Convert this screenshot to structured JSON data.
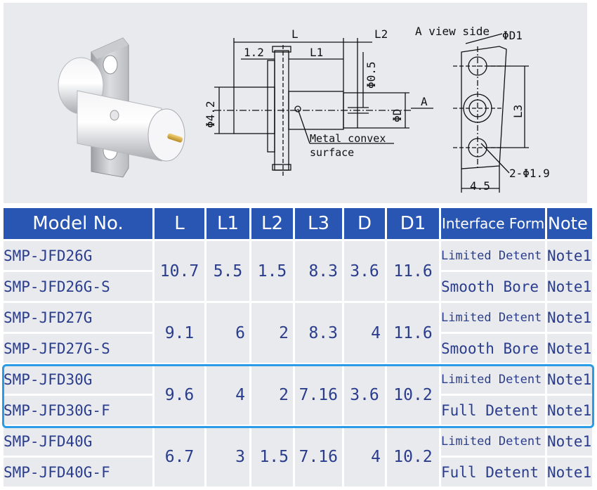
{
  "drawing": {
    "labels": {
      "L": "L",
      "L1": "L1",
      "L2": "L2",
      "d12": "1.2",
      "phi05": "Φ0.5",
      "phi42": "Φ4.2",
      "phiD": "ΦD",
      "A": "A",
      "view": "A view side",
      "phiD1": "ΦD1",
      "L3": "L3",
      "hole": "2-Φ1.9",
      "w45": "4.5",
      "metal1": "Metal convex",
      "metal2": "surface"
    }
  },
  "table": {
    "headers": [
      "Model No.",
      "L",
      "L1",
      "L2",
      "L3",
      "D",
      "D1",
      "Interface Form",
      "Note"
    ],
    "groups": [
      {
        "L": "10.7",
        "L1": "5.5",
        "L2": "1.5",
        "L3": "8.3",
        "D": "3.6",
        "D1": "11.6",
        "rows": [
          {
            "model": "SMP-JFD26G",
            "iface": "Limited Detent",
            "note": "Note1"
          },
          {
            "model": "SMP-JFD26G-S",
            "iface": "Smooth Bore",
            "note": "Note1"
          }
        ]
      },
      {
        "L": "9.1",
        "L1": "6",
        "L2": "2",
        "L3": "8.3",
        "D": "4",
        "D1": "11.6",
        "rows": [
          {
            "model": "SMP-JFD27G",
            "iface": "Limited Detent",
            "note": "Note1"
          },
          {
            "model": "SMP-JFD27G-S",
            "iface": "Smooth Bore",
            "note": "Note1"
          }
        ]
      },
      {
        "L": "9.6",
        "L1": "4",
        "L2": "2",
        "L3": "7.16",
        "D": "3.6",
        "D1": "10.2",
        "rows": [
          {
            "model": "SMP-JFD30G",
            "iface": "Limited Detent",
            "note": "Note1"
          },
          {
            "model": "SMP-JFD30G-F",
            "iface": "Full Detent",
            "note": "Note1"
          }
        ]
      },
      {
        "L": "6.7",
        "L1": "3",
        "L2": "1.5",
        "L3": "7.16",
        "D": "4",
        "D1": "10.2",
        "rows": [
          {
            "model": "SMP-JFD40G",
            "iface": "Limited Detent",
            "note": "Note1"
          },
          {
            "model": "SMP-JFD40G-F",
            "iface": "Full Detent",
            "note": "Note1"
          }
        ]
      }
    ]
  },
  "colors": {
    "header_bg": "#2a56b3",
    "cell_bg": "#e9eaee",
    "cell_text": "#2a3d8c",
    "highlight": "#2a9be5"
  }
}
